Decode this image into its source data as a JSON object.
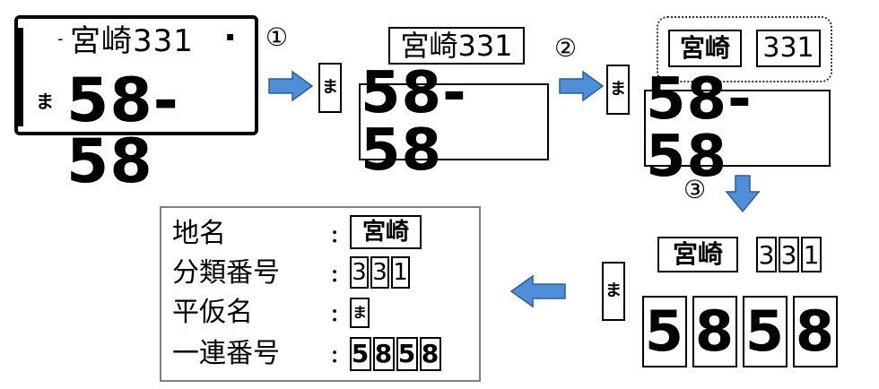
{
  "plate": {
    "region_class": "宮崎331",
    "region": "宮崎",
    "class_number": "331",
    "class_digits": [
      "3",
      "3",
      "1"
    ],
    "hiragana": "ま",
    "serial": "58-58",
    "serial_digits": [
      "5",
      "8",
      "5",
      "8"
    ]
  },
  "steps": {
    "one": "①",
    "two": "②",
    "three": "③"
  },
  "result_table": {
    "rows": [
      {
        "label": "地名",
        "colon": ":"
      },
      {
        "label": "分類番号",
        "colon": ":"
      },
      {
        "label": "平仮名",
        "colon": ":"
      },
      {
        "label": "一連番号",
        "colon": ":"
      }
    ]
  },
  "colors": {
    "arrow_fill": "#4f8fd8",
    "arrow_stroke": "#2d5d99",
    "panel_border": "#808080"
  }
}
